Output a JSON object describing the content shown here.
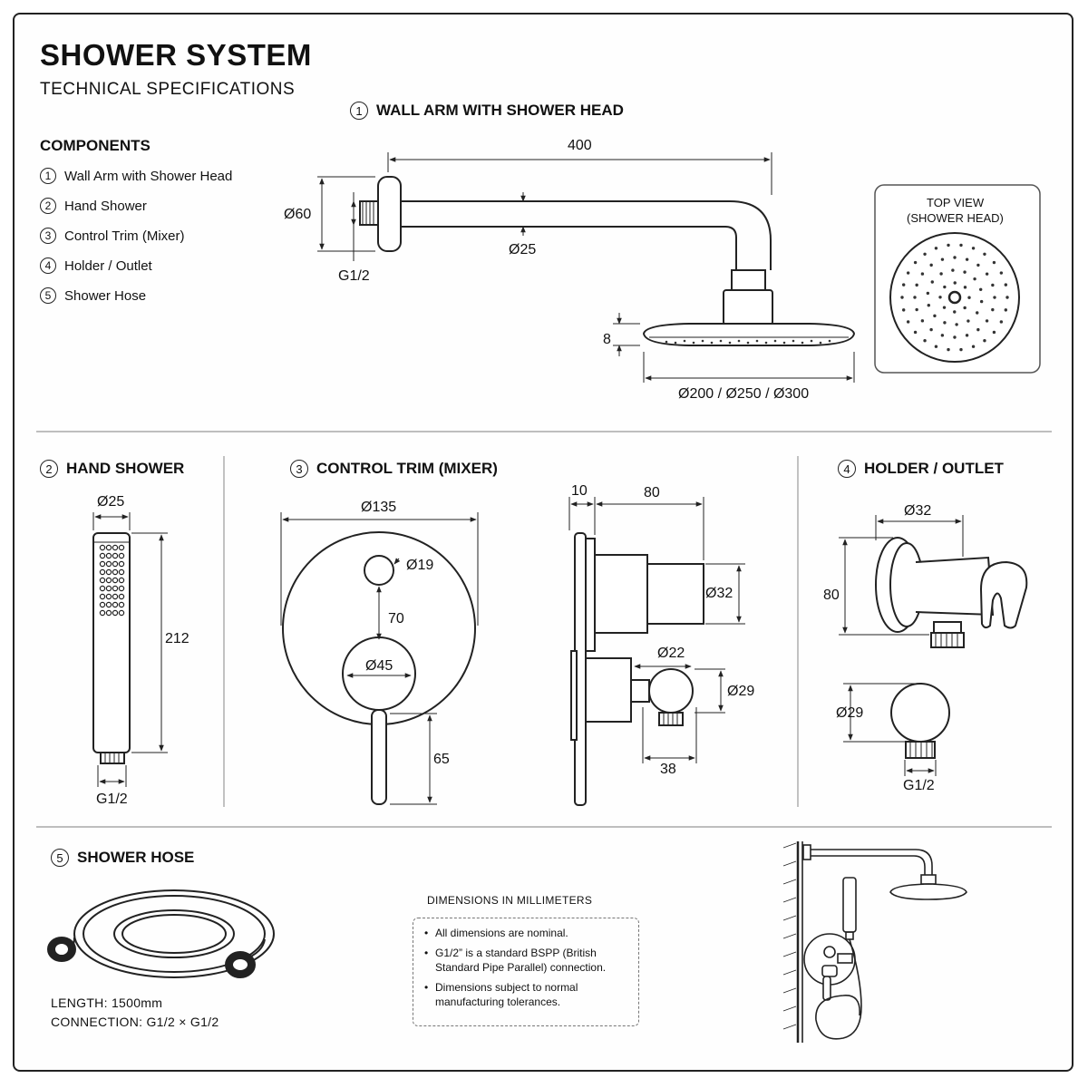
{
  "header": {
    "title": "SHOWER SYSTEM",
    "subtitle": "TECHNICAL SPECIFICATIONS"
  },
  "components": {
    "heading": "COMPONENTS",
    "items": [
      {
        "num": "1",
        "label": "Wall Arm with Shower Head"
      },
      {
        "num": "2",
        "label": "Hand Shower"
      },
      {
        "num": "3",
        "label": "Control Trim (Mixer)"
      },
      {
        "num": "4",
        "label": "Holder / Outlet"
      },
      {
        "num": "5",
        "label": "Shower Hose"
      }
    ]
  },
  "wall_arm": {
    "num": "1",
    "title": "WALL ARM WITH SHOWER HEAD",
    "dim_length": "400",
    "dim_flange": "Ø60",
    "dim_pipe": "Ø25",
    "dim_thread": "G1/2",
    "dim_head_height": "8",
    "dim_head_diameter": "Ø200 / Ø250 / Ø300",
    "top_view_line1": "TOP VIEW",
    "top_view_line2": "(SHOWER HEAD)"
  },
  "hand_shower": {
    "num": "2",
    "title": "HAND SHOWER",
    "dim_diameter": "Ø25",
    "dim_length": "212",
    "dim_thread": "G1/2"
  },
  "control_trim": {
    "num": "3",
    "title": "CONTROL TRIM (MIXER)",
    "dim_plate": "Ø135",
    "dim_diverter": "Ø19",
    "dim_spacing": "70",
    "dim_handle_hub": "Ø45",
    "dim_lever": "65",
    "dim_plate_depth": "10",
    "dim_body_depth": "80",
    "dim_body_diameter": "Ø32",
    "dim_outlet_neck": "Ø22",
    "dim_outlet_ball": "Ø29",
    "dim_outlet_offset": "38"
  },
  "holder": {
    "num": "4",
    "title": "HOLDER / OUTLET",
    "dim_diameter": "Ø32",
    "dim_height": "80",
    "dim_ball": "Ø29",
    "dim_thread": "G1/2"
  },
  "hose": {
    "num": "5",
    "title": "SHOWER HOSE",
    "length": "LENGTH: 1500mm",
    "connection": "CONNECTION: G1/2 × G1/2"
  },
  "notes": {
    "heading": "DIMENSIONS IN MILLIMETERS",
    "items": [
      "All dimensions are nominal.",
      "G1/2” is a standard BSPP (British Standard Pipe Parallel) connection.",
      "Dimensions subject to normal manufacturing tolerances."
    ]
  }
}
